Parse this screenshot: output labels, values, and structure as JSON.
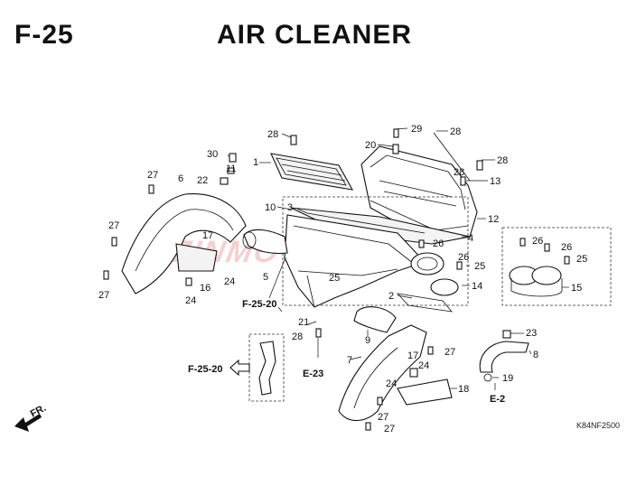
{
  "header": {
    "code": "F-25",
    "title": "AIR CLEANER"
  },
  "reference_code": "K84NF2500",
  "watermark": "ZINMOTOR",
  "orientation_label": "FR.",
  "cross_refs": [
    "F-25-20",
    "F-25-20",
    "E-23",
    "E-2"
  ],
  "callouts": [
    "1",
    "2",
    "3",
    "4",
    "5",
    "6",
    "7",
    "8",
    "9",
    "10",
    "11",
    "12",
    "13",
    "14",
    "15",
    "16",
    "17",
    "17",
    "18",
    "19",
    "20",
    "21",
    "22",
    "23",
    "24",
    "24",
    "24",
    "24",
    "25",
    "25",
    "25",
    "26",
    "26",
    "26",
    "26",
    "27",
    "27",
    "27",
    "27",
    "27",
    "27",
    "28",
    "28",
    "28",
    "28",
    "28",
    "29",
    "30"
  ]
}
